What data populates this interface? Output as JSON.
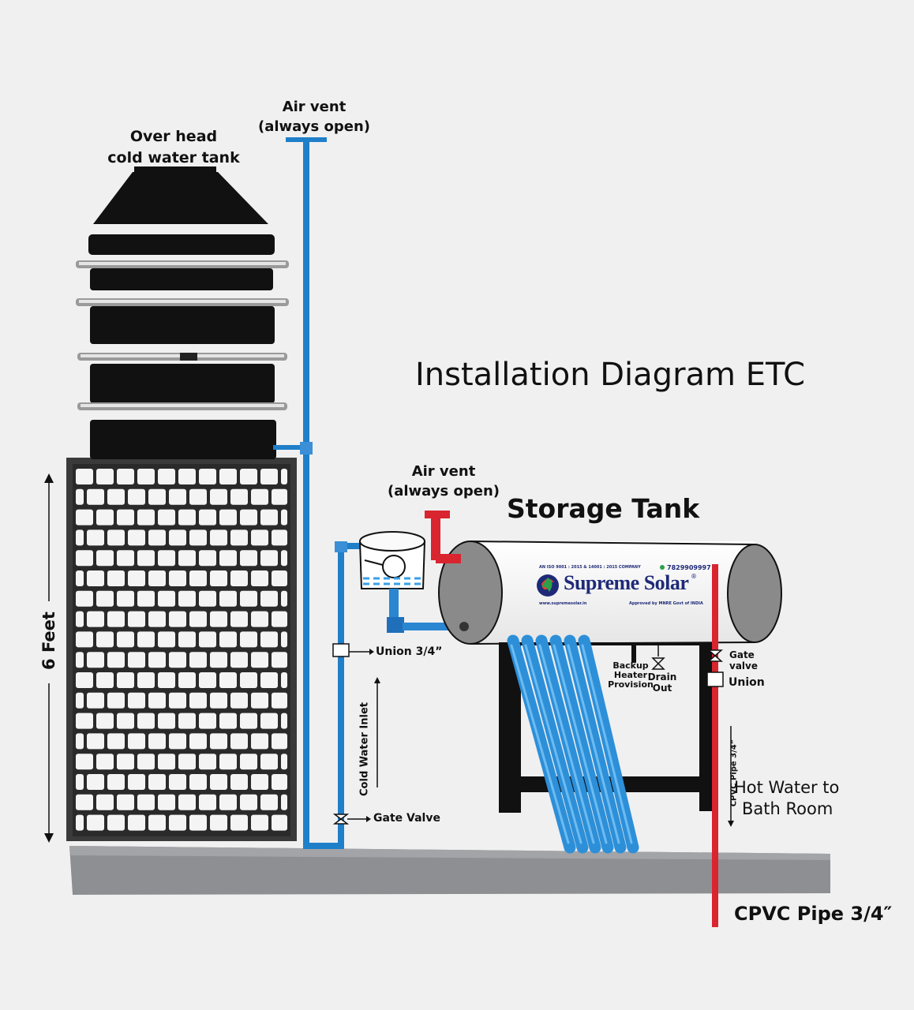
{
  "title": "Installation Diagram ETC",
  "labels": {
    "overhead_tank": [
      "Over head",
      "cold water tank"
    ],
    "air_vent_top": [
      "Air vent",
      "(always open)"
    ],
    "air_vent_storage": [
      "Air vent",
      "(always open)"
    ],
    "storage_tank": "Storage Tank",
    "six_feet": "6 Feet",
    "union_left": "Union 3/4”",
    "cold_water_inlet": "Cold Water Inlet",
    "gate_valve_left": "Gate Valve",
    "backup_heater": [
      "Backup",
      "Heater",
      "Provision"
    ],
    "drain_out": [
      "Drain",
      "Out"
    ],
    "gate_valve_right": [
      "Gate",
      "valve"
    ],
    "union_right": "Union",
    "cpvc_vertical": "CPVC Pipe 3/4”",
    "hot_water": [
      "Hot Water to",
      "Bath Room"
    ],
    "cpvc_bottom": "CPVC Pipe 3/4″"
  },
  "brand": {
    "iso": "AN ISO 9001 : 2015 & 14001 : 2015 COMPANY",
    "phone": "7829909997",
    "name": "Supreme Solar",
    "website": "www.supremesolar.in",
    "approval": "Approved by MNRE Govt of INDIA"
  },
  "colors": {
    "background": "#f0f0f1",
    "cold_pipe": "#1f7fc9",
    "hot_pipe": "#d8252f",
    "tube": "#2d8fd8",
    "tank_black": "#111111",
    "ground": "#8e8f92",
    "brand_text": "#1e2a78"
  }
}
